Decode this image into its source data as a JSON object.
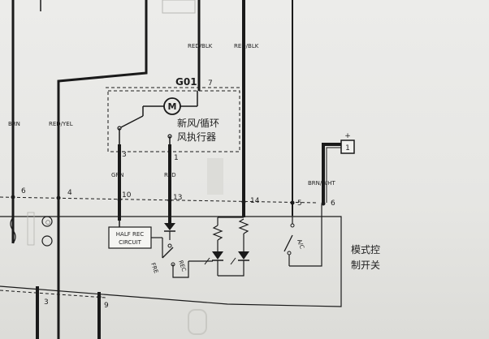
{
  "connector": {
    "id": "G01",
    "pin": "7"
  },
  "actuator": {
    "motor_symbol": "M",
    "label_line1": "新风/循环",
    "label_line2": "风执行器"
  },
  "wires": {
    "red_blk_left": "RED/BLK",
    "red_blk_right": "RED/BLK",
    "brn": "BRN",
    "red_yel": "RED/YEL",
    "grn": "GRN",
    "red": "RED",
    "brn_wht": "BRN/WHT"
  },
  "pins": {
    "p3": "3",
    "p1": "1",
    "p6": "6",
    "p4": "4",
    "p10": "10",
    "p13": "13",
    "p14": "14",
    "p5": "5",
    "p6r": "6",
    "p3b": "3",
    "p9": "9"
  },
  "ground_marker": "1",
  "plus_sign": "+",
  "components": {
    "half_rec": "HALF REC",
    "circuit": "CIRCUIT",
    "fre": "FRE",
    "rec": "REC",
    "ac": "A/C"
  },
  "mode_switch": {
    "line1": "模式控",
    "line2": "制开关"
  }
}
